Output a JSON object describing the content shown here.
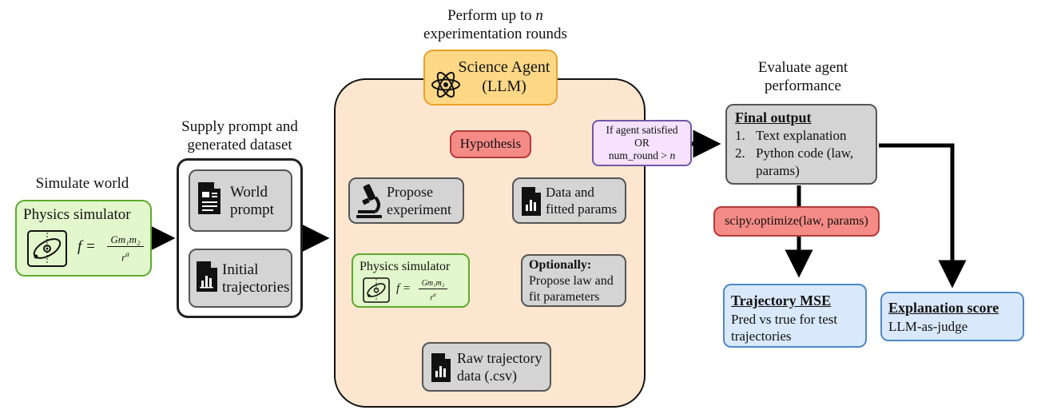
{
  "stage_labels": {
    "simulate": "Simulate world",
    "supply_1": "Supply prompt and",
    "supply_2": "generated dataset",
    "perform_1": "Perform up to",
    "perform_n": "n",
    "perform_2": "experimentation rounds",
    "evaluate_1": "Evaluate agent",
    "evaluate_2": "performance"
  },
  "physics_simulator": {
    "title": "Physics simulator",
    "formula_lhs": "f =",
    "formula_num": "Gm₁m₂",
    "formula_den": "r",
    "formula_den_exp": "α"
  },
  "dataset": {
    "world_prompt_1": "World",
    "world_prompt_2": "prompt",
    "initial_1": "Initial",
    "initial_2": "trajectories"
  },
  "agent": {
    "title_1": "Science Agent",
    "title_2": "(LLM)",
    "hypothesis": "Hypothesis",
    "propose_1": "Propose",
    "propose_2": "experiment",
    "data_fitted_1": "Data and",
    "data_fitted_2": "fitted params",
    "inner_simulator": "Physics simulator",
    "optionally": "Optionally:",
    "optionally_1": "Propose law and",
    "optionally_2": "fit parameters",
    "raw_1": "Raw trajectory",
    "raw_2": "data (.csv)"
  },
  "condition": {
    "line1": "If agent satisfied",
    "line2": "OR",
    "line3": "num_round > ",
    "line3_n": "n"
  },
  "final_output": {
    "title": "Final output",
    "item1_num": "1.",
    "item1": "Text explanation",
    "item2_num": "2.",
    "item2_a": "Python code (law,",
    "item2_b": "params)"
  },
  "scipy": "scipy.optimize(law, params)",
  "trajectory_mse": {
    "title": "Trajectory MSE",
    "line1": "Pred vs true for test",
    "line2": "trajectories"
  },
  "explanation_score": {
    "title": "Explanation score",
    "line1": "LLM-as-judge"
  },
  "colors": {
    "green_fill": "#e2f8cc",
    "grey_fill": "#d4d4d4",
    "red_fill": "#f58b86",
    "blue_fill": "#d9e9fb",
    "orange_fill": "#ffd886",
    "peach_fill": "#fde6cf",
    "purple_fill": "#f6e1ff"
  },
  "icons": [
    "orbit-icon",
    "document-icon",
    "chart-document-icon",
    "atom-icon",
    "microscope-icon"
  ]
}
